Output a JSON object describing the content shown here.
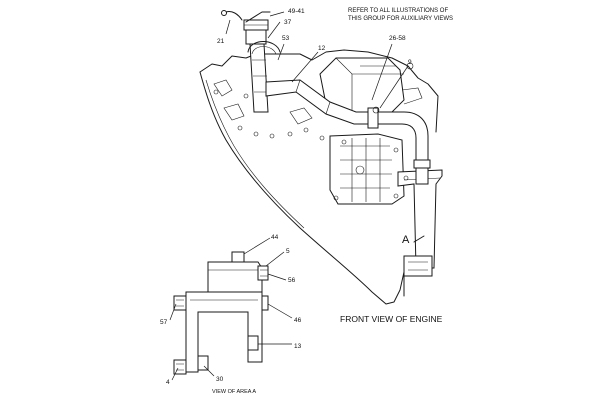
{
  "diagram": {
    "note_line1": "REFER TO ALL ILLUSTRATIONS OF",
    "note_line2": "THIS GROUP FOR AUXILIARY VIEWS",
    "main_caption": "FRONT VIEW OF ENGINE",
    "detail_caption": "VIEW OF AREA A",
    "view_marker": "A",
    "callouts": {
      "c49_41": "49-41",
      "c37": "37",
      "c21": "21",
      "c53": "53",
      "c12": "12",
      "c26_58": "26-58",
      "c9": "9",
      "c44": "44",
      "c5": "5",
      "c56": "56",
      "c57": "57",
      "c46": "46",
      "c13": "13",
      "c4": "4",
      "c30": "30"
    }
  }
}
